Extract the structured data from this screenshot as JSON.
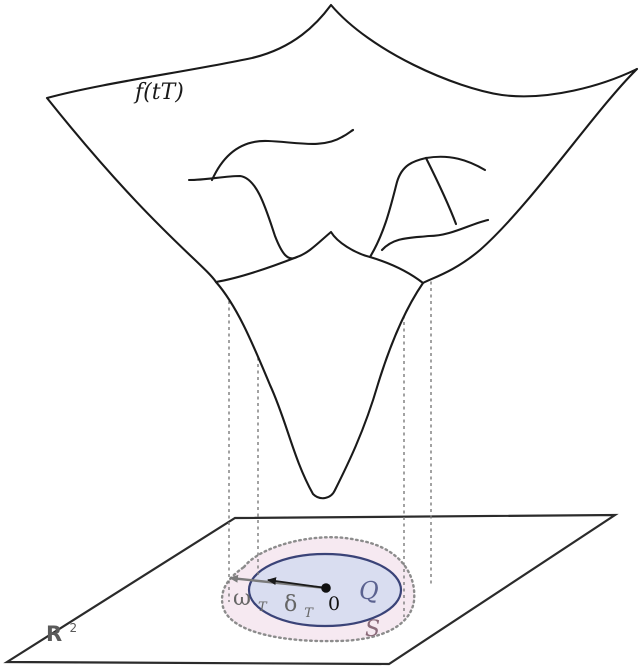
{
  "labels": {
    "surface": "f(tT)",
    "plane": "R",
    "plane_sup": "2",
    "omega": "ω",
    "omega_sub": "T",
    "delta": "δ",
    "delta_sub": "T",
    "origin": "0",
    "Q": "Q",
    "S": "S"
  },
  "colors": {
    "stroke": "#1a1a1a",
    "guide": "#7a7a7a",
    "S_fill": "#f6e9f1",
    "S_stroke": "#8c8c8c",
    "Q_fill": "#d9ddf0",
    "Q_stroke": "#3a4378",
    "Q_label": "#5b6290",
    "S_label": "#8b6b7a",
    "omega_arrow": "#7b7b7b",
    "delta_arrow": "#1a1a1a",
    "greek_label": "#666666"
  }
}
